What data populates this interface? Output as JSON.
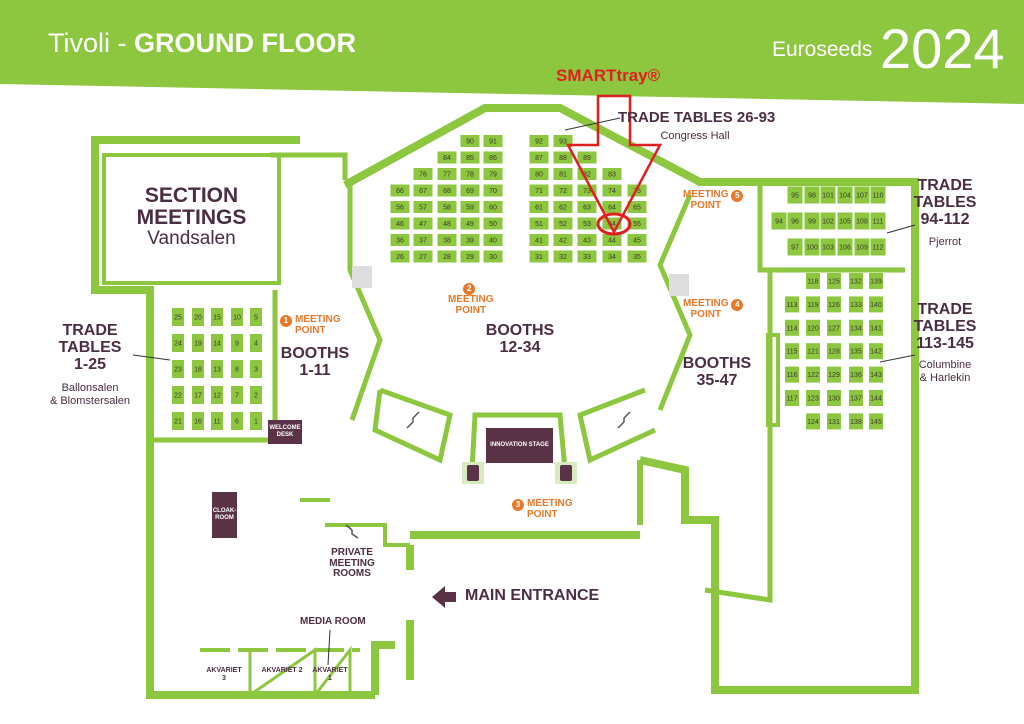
{
  "header": {
    "venue": "Tivoli - ",
    "floor": "GROUND FLOOR",
    "logo_text": "Euroseeds",
    "logo_year": "2024"
  },
  "annotation": {
    "label": "SMARTtray®",
    "highlighted_table": "54",
    "color": "#e02020"
  },
  "colors": {
    "brand_green": "#8dc63f",
    "wall": "#8dc63f",
    "label": "#4b2e43",
    "meeting_point": "#e8792a"
  },
  "rooms": {
    "section_meetings": {
      "title1": "SECTION",
      "title2": "MEETINGS",
      "name": "Vandsalen"
    },
    "trade_1_25": {
      "t1": "TRADE",
      "t2": "TABLES",
      "range": "1-25",
      "name1": "Ballonsalen",
      "name2": "& Blomstersalen"
    },
    "trade_26_93": {
      "title": "TRADE TABLES 26-93",
      "name": "Congress Hall"
    },
    "trade_94_112": {
      "t1": "TRADE",
      "t2": "TABLES",
      "range": "94-112",
      "name": "Pjerrot"
    },
    "trade_113_145": {
      "t1": "TRADE",
      "t2": "TABLES",
      "range": "113-145",
      "name1": "Columbine",
      "name2": "& Harlekin"
    },
    "booths_1_11": {
      "t": "BOOTHS",
      "range": "1-11"
    },
    "booths_12_34": {
      "t": "BOOTHS",
      "range": "12-34"
    },
    "booths_35_47": {
      "t": "BOOTHS",
      "range": "35-47"
    },
    "welcome_desk": "WELCOME DESK",
    "cloakroom": "CLOAK-ROOM",
    "innovation_stage": "INNOVATION STAGE",
    "private_meeting": {
      "l1": "PRIVATE",
      "l2": "MEETING",
      "l3": "ROOMS"
    },
    "main_entrance": "MAIN ENTRANCE",
    "media_room": "MEDIA ROOM",
    "akvariet3": {
      "l1": "AKVARIET",
      "l2": "3"
    },
    "akvariet2": "AKVARIET 2",
    "akvariet1": {
      "l1": "AKVARIET",
      "l2": "1"
    }
  },
  "meeting_points": [
    {
      "num": "1",
      "l1": "MEETING",
      "l2": "POINT"
    },
    {
      "num": "2",
      "l1": "MEETING",
      "l2": "POINT"
    },
    {
      "num": "3",
      "l1": "MEETING",
      "l2": "POINT"
    },
    {
      "num": "4",
      "l1": "MEETING",
      "l2": "POINT"
    },
    {
      "num": "5",
      "l1": "MEETING",
      "l2": "POINT"
    }
  ],
  "tables": {
    "left": [
      [
        "25",
        "20",
        "15",
        "10",
        "5"
      ],
      [
        "24",
        "19",
        "14",
        "9",
        "4"
      ],
      [
        "23",
        "18",
        "13",
        "8",
        "3"
      ],
      [
        "22",
        "17",
        "12",
        "7",
        "2"
      ],
      [
        "21",
        "16",
        "11",
        "6",
        "1"
      ]
    ],
    "center": [
      [
        null,
        null,
        null,
        "90",
        "91",
        "92",
        "93",
        null,
        null,
        null
      ],
      [
        null,
        null,
        "84",
        "85",
        "86",
        "87",
        "88",
        "89",
        null,
        null
      ],
      [
        null,
        "76",
        "77",
        "78",
        "79",
        "80",
        "81",
        "82",
        "83",
        null
      ],
      [
        "66",
        "67",
        "68",
        "69",
        "70",
        "71",
        "72",
        "73",
        "74",
        "75"
      ],
      [
        "56",
        "57",
        "58",
        "59",
        "60",
        "61",
        "62",
        "63",
        "64",
        "65"
      ],
      [
        "46",
        "47",
        "48",
        "49",
        "50",
        "51",
        "52",
        "53",
        "54",
        "55"
      ],
      [
        "36",
        "37",
        "38",
        "39",
        "40",
        "41",
        "42",
        "43",
        "44",
        "45"
      ],
      [
        "26",
        "27",
        "28",
        "29",
        "30",
        "31",
        "32",
        "33",
        "34",
        "35"
      ]
    ],
    "pjerrot": [
      [
        null,
        "95",
        "98",
        "101",
        "104",
        "107",
        "110"
      ],
      [
        "94",
        "96",
        "99",
        "102",
        "105",
        "108",
        "111"
      ],
      [
        null,
        "97",
        "100",
        "103",
        "106",
        "109",
        "112"
      ]
    ],
    "columbine": [
      [
        null,
        "118",
        "125",
        "132",
        "139"
      ],
      [
        "113",
        "119",
        "126",
        "133",
        "140"
      ],
      [
        "114",
        "120",
        "127",
        "134",
        "141"
      ],
      [
        "115",
        "121",
        "128",
        "135",
        "142"
      ],
      [
        "116",
        "122",
        "129",
        "136",
        "143"
      ],
      [
        "117",
        "123",
        "130",
        "137",
        "144"
      ],
      [
        null,
        "124",
        "131",
        "138",
        "145"
      ]
    ]
  }
}
